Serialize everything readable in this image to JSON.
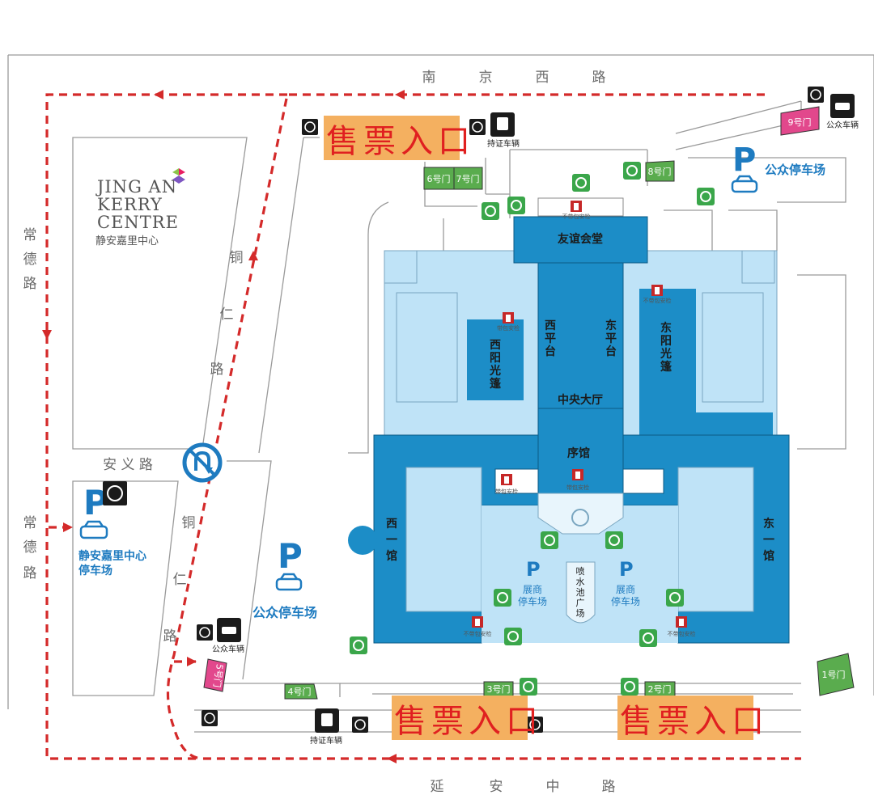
{
  "roads": {
    "nanjing_west": [
      "南",
      "京",
      "西",
      "路"
    ],
    "yanan_middle": [
      "延",
      "安",
      "中",
      "路"
    ],
    "changde_upper": [
      "常",
      "德",
      "路"
    ],
    "changde_lower": [
      "常",
      "德",
      "路"
    ],
    "tongren_upper": [
      "铜",
      "仁",
      "路"
    ],
    "tongren_lower": [
      "铜",
      "仁",
      "路"
    ],
    "anyi": "安 义 路"
  },
  "kerry": {
    "line1": "JING AN",
    "line2": "KERRY",
    "line3": "CENTRE",
    "chinese": "静安嘉里中心",
    "parking_line1": "静安嘉里中心",
    "parking_line2": "停车场"
  },
  "ticket_entrance": "售票入口",
  "halls": {
    "friendship": "友谊会堂",
    "west_platform": [
      "西",
      "平",
      "台"
    ],
    "east_platform": [
      "东",
      "平",
      "台"
    ],
    "west_sunshade": [
      "西",
      "阳",
      "光",
      "篷"
    ],
    "east_sunshade": [
      "东",
      "阳",
      "光",
      "篷"
    ],
    "central_hall": "中央大厅",
    "prelude_hall": "序馆",
    "west_hall": [
      "西",
      "一",
      "馆"
    ],
    "east_hall": [
      "东",
      "一",
      "馆"
    ],
    "fountain": [
      "喷",
      "水",
      "池",
      "广",
      "场"
    ]
  },
  "gates": {
    "g1": "1号门",
    "g2": "2号门",
    "g3": "3号门",
    "g4": "4号门",
    "g5": "5号门",
    "g6": "6号门",
    "g7": "7号门",
    "g8": "8号门",
    "g9": "9号门"
  },
  "parking": {
    "symbol": "P",
    "public": "公众停车场",
    "exhibitor_line1": "展商",
    "exhibitor_line2": "停车场"
  },
  "labels": {
    "public_taxi": "公众车辆",
    "permit_vehicle": "持证车辆",
    "no_bag_check": "不带包安检",
    "bag_check": "带包安检"
  },
  "colors": {
    "hall_dark": "#1c8dc7",
    "hall_mid": "#3aa7dc",
    "hall_light": "#bfe3f7",
    "gate_green": "#5aac4e",
    "gate_pink": "#e2488c",
    "route_red": "#d42a2a",
    "ticket_bg": "#f4b060",
    "parking_blue": "#1e7bc0"
  },
  "icons": [
    "info-icon",
    "taxi-icon",
    "bus-icon",
    "no-u-turn-icon",
    "car-icon",
    "security-check-icon"
  ]
}
